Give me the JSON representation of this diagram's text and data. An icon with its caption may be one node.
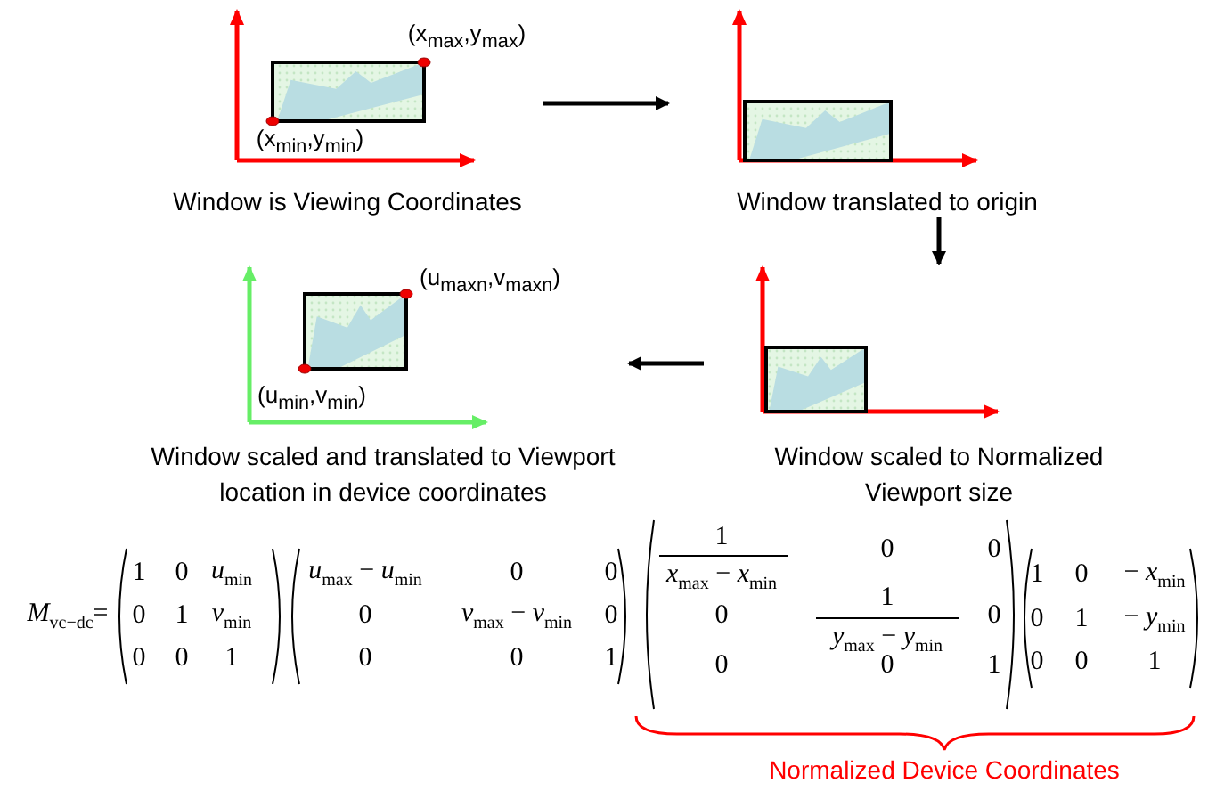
{
  "diagram": {
    "nodes": [
      {
        "text": [
          "(x$_{max}$,y$_{max}$)",
          "(x$_{min}$,y$_{min}$)",
          "Window is Viewing Coordinates"
        ]
      },
      {
        "text": [
          "Window translated to origin"
        ]
      },
      {
        "text": [
          "(u$_{maxn}$,v$_{maxn}$)",
          "(u$_{min}$,v$_{min}$)",
          "Window scaled and translated to Viewport location in device coordinates"
        ]
      },
      {
        "text": [
          "Window scaled to Normalized Viewport size"
        ]
      }
    ],
    "edges": [
      {
        "from": 0,
        "to": 1,
        "arrow": "to"
      },
      {
        "from": 1,
        "to": 3,
        "arrow": "to"
      },
      {
        "from": 3,
        "to": 2,
        "arrow": "to"
      }
    ],
    "labels": [
      "*M*$_{vc−dc}$=",
      "1",
      "0",
      "*u*$_{min}$",
      "0",
      "1",
      "*v*$_{min}$",
      "0",
      "0",
      "1",
      "*u*$_{max}$ − *u*$_{min}$",
      "0",
      "0",
      "0",
      "*v*$_{max}$ − *v*$_{min}$",
      "0",
      "0",
      "0",
      "1",
      "1",
      "0",
      "0",
      "*x*$_{max}$ − *x*$_{min}$",
      "0",
      "1",
      "0",
      "*y*$_{max}$ − *y*$_{min}$",
      "0",
      "0",
      "1",
      "1",
      "0",
      "− *x*$_{min}$",
      "0",
      "1",
      "− *y*$_{min}$",
      "0",
      "0",
      "1",
      "Normalized Device Coordinates"
    ]
  }
}
